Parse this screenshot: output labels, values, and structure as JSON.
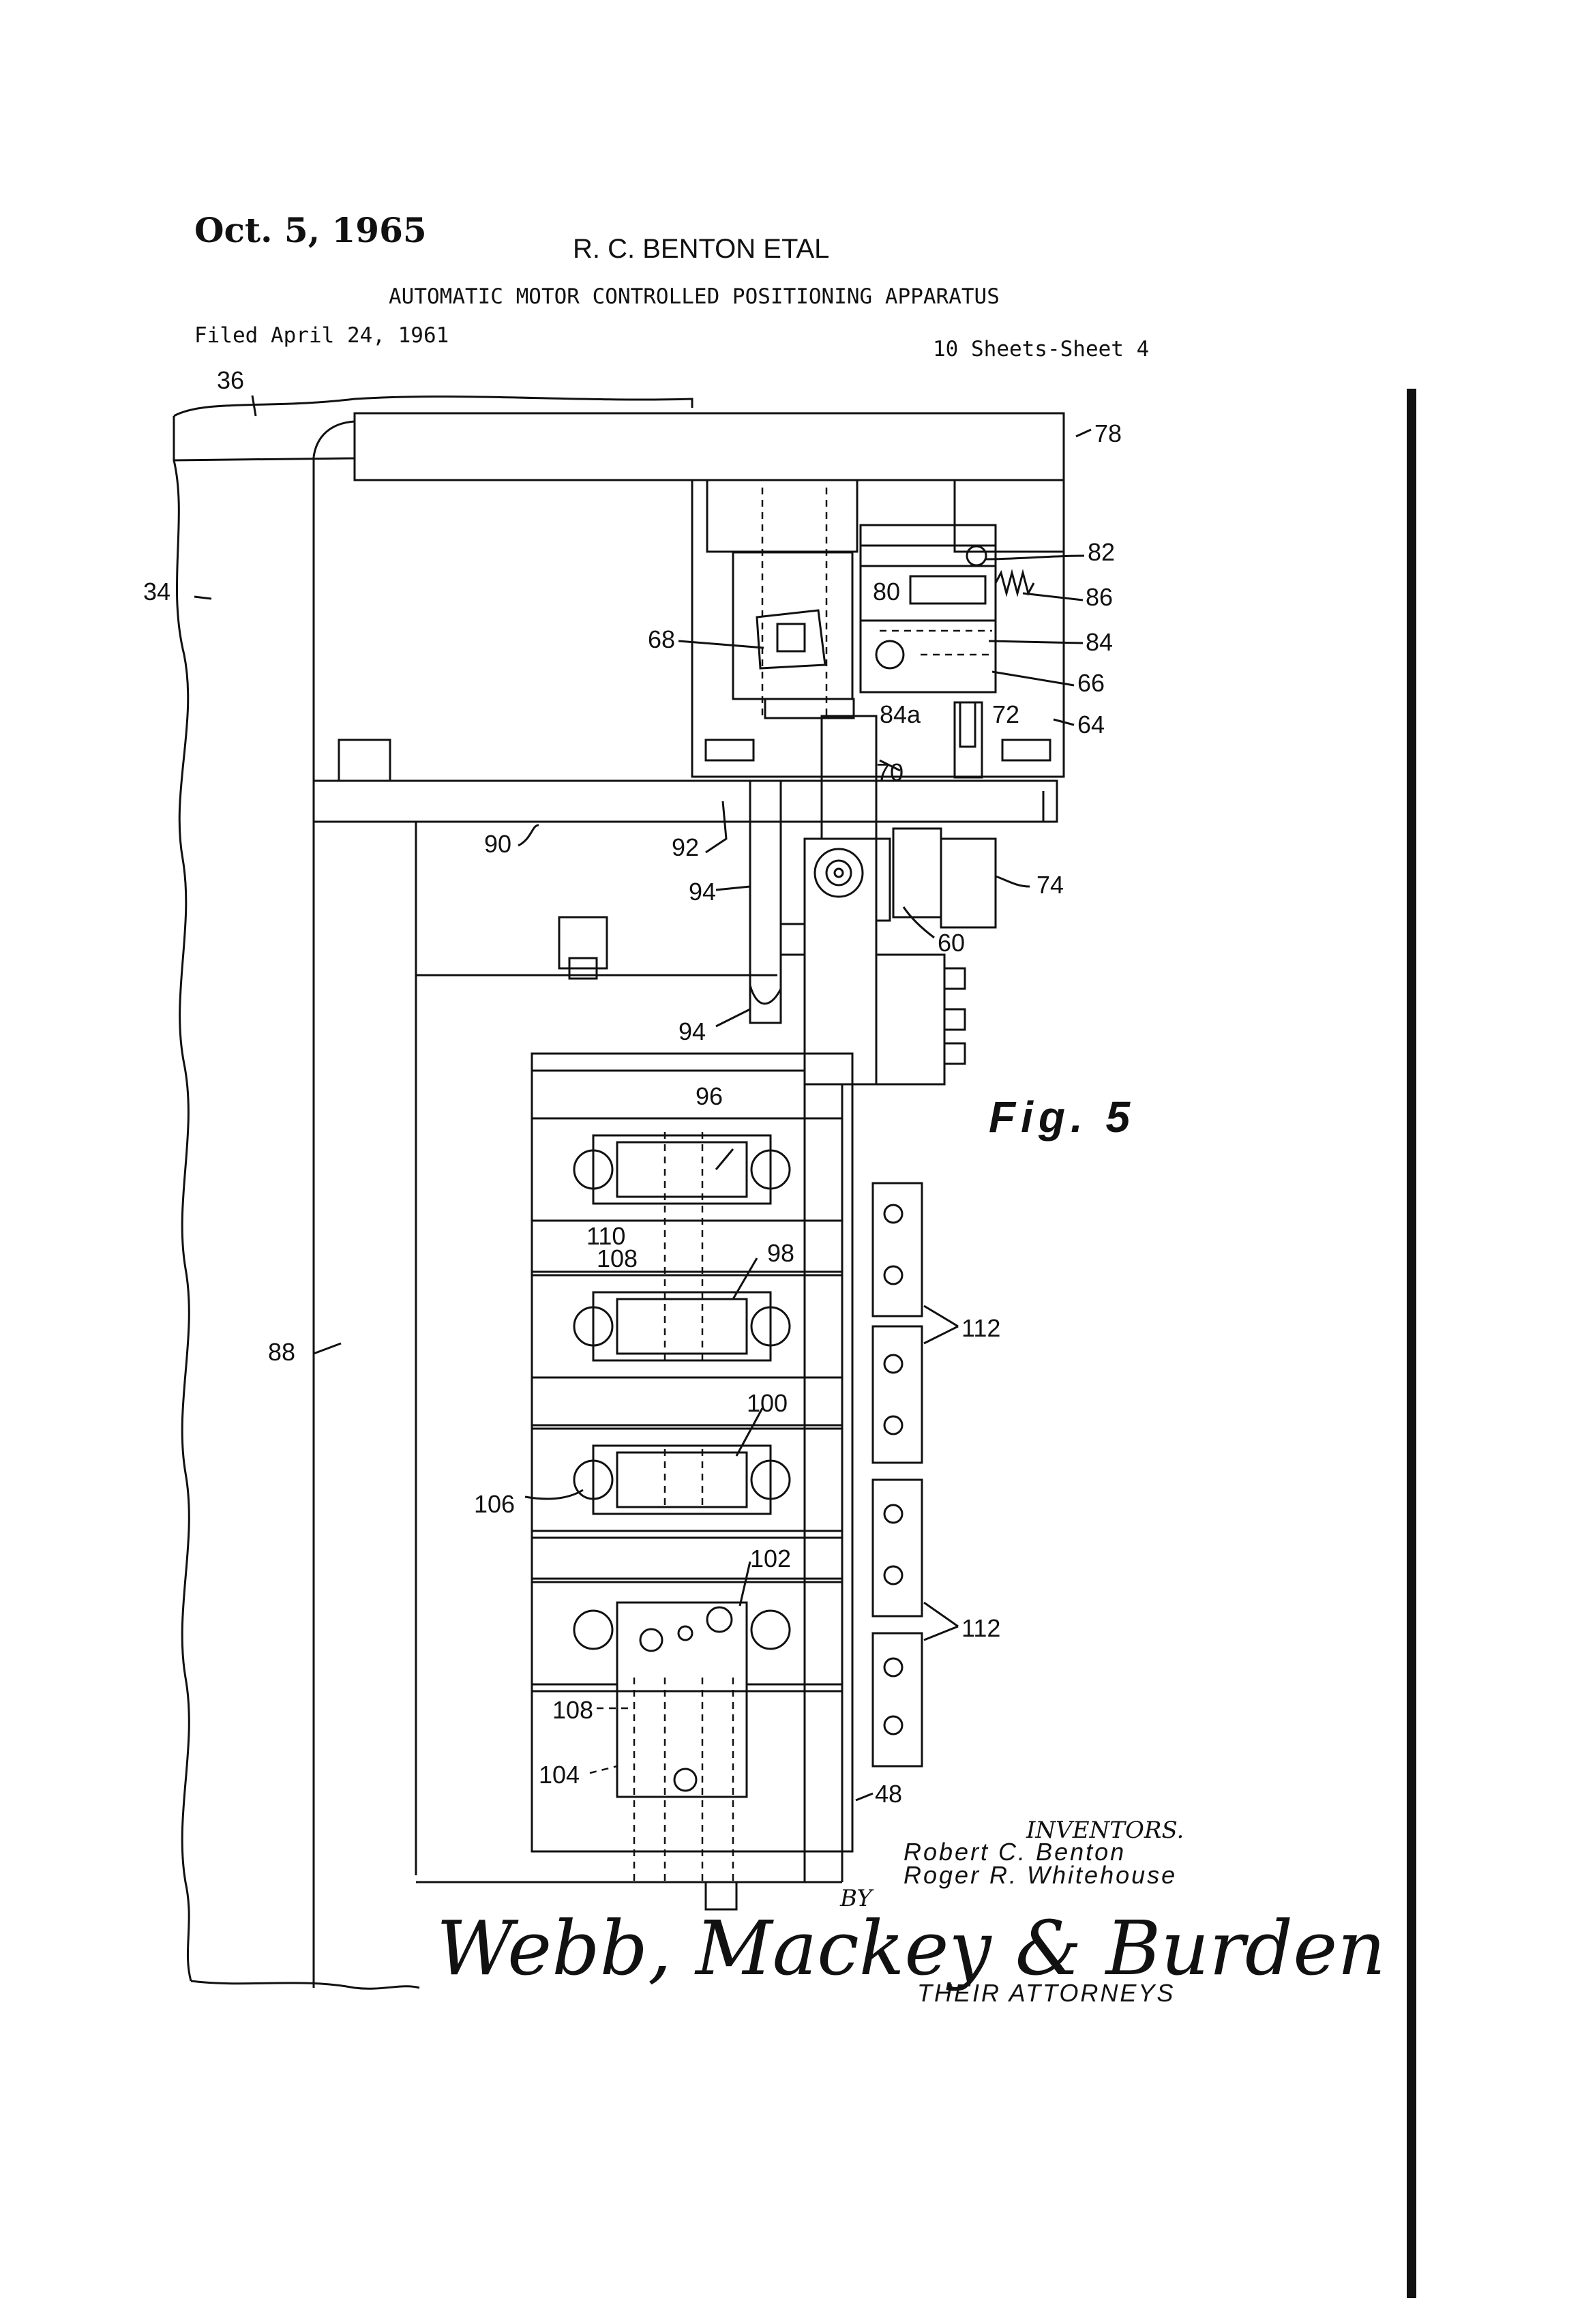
{
  "header": {
    "date": "Oct. 5, 1965",
    "inventor_short": "R. C. BENTON ETAL",
    "title": "AUTOMATIC MOTOR CONTROLLED POSITIONING APPARATUS",
    "filed": "Filed April 24, 1961",
    "sheets": "10 Sheets-Sheet 4"
  },
  "figure": {
    "label": "Fig. 5",
    "reference_numerals": {
      "n36": "36",
      "n34": "34",
      "n78": "78",
      "n82": "82",
      "n86": "86",
      "n80": "80",
      "n68": "68",
      "n84": "84",
      "n66": "66",
      "n84a": "84a",
      "n72": "72",
      "n64": "64",
      "n70": "70",
      "n90": "90",
      "n92": "92",
      "n94a": "94",
      "n94b": "94",
      "n74": "74",
      "n60": "60",
      "n96": "96",
      "n110": "110",
      "n108a": "108",
      "n98": "98",
      "n112a": "112",
      "n88": "88",
      "n100": "100",
      "n106": "106",
      "n102": "102",
      "n112b": "112",
      "n108b": "108",
      "n104": "104",
      "n48": "48"
    }
  },
  "inventors": {
    "heading": "INVENTORS.",
    "name1": "Robert C. Benton",
    "name2": "Roger R. Whitehouse",
    "by": "BY",
    "signature": "Webb, Mackey & Burden",
    "attorneys": "THEIR ATTORNEYS"
  }
}
